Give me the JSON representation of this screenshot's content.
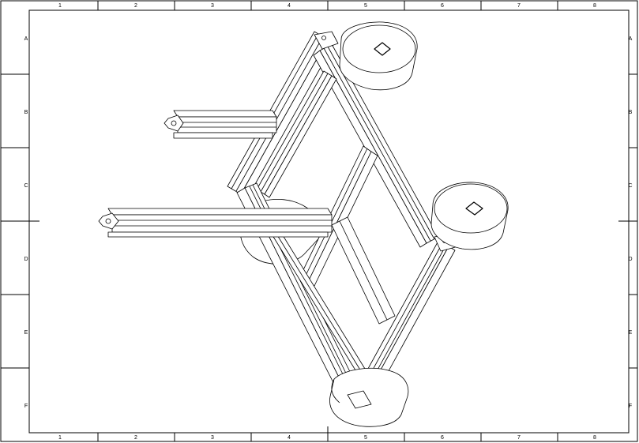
{
  "sheet": {
    "columns": [
      "1",
      "2",
      "3",
      "4",
      "5",
      "6",
      "7",
      "8"
    ],
    "rows": [
      "A",
      "B",
      "C",
      "D",
      "E",
      "F"
    ]
  },
  "drawing": {
    "subject": "isometric aluminium extrusion frame with three wheels"
  }
}
